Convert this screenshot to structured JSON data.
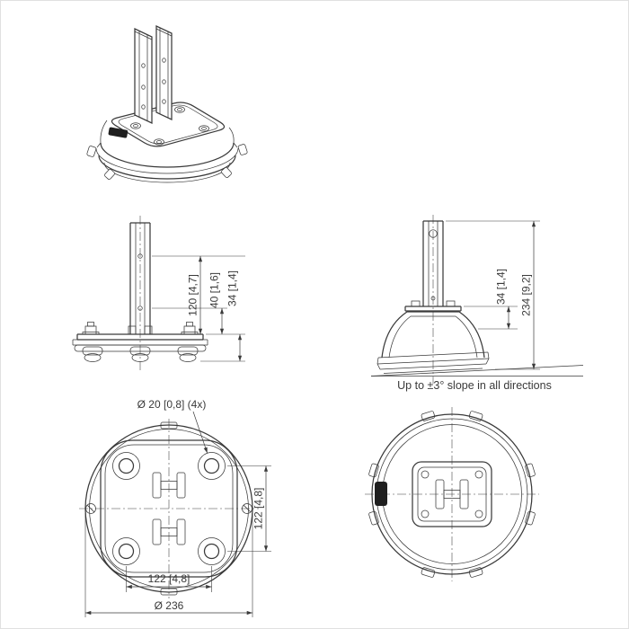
{
  "page": {
    "background": "#ffffff",
    "border_color": "#e0e0e0"
  },
  "drawing": {
    "line_color": "#3a3a3a",
    "logo_color": "#1f1f1f",
    "views": {
      "front": {
        "dim_column_height": "120 [4,7]",
        "dim_hole_offset": "40 [1,6]",
        "dim_base_height": "34 [1,4]"
      },
      "side": {
        "dim_base_height": "34 [1,4]",
        "dim_total_height": "234 [9,2]",
        "slope_note": "Up to ±3° slope in all directions"
      },
      "top": {
        "dim_hole_diameter": "Ø 20 [0,8] (4x)",
        "dim_hole_spacing_vertical": "122 [4,8]",
        "dim_hole_spacing_horizontal": "122 [4,8]",
        "dim_outer_diameter": "Ø 236"
      }
    }
  }
}
